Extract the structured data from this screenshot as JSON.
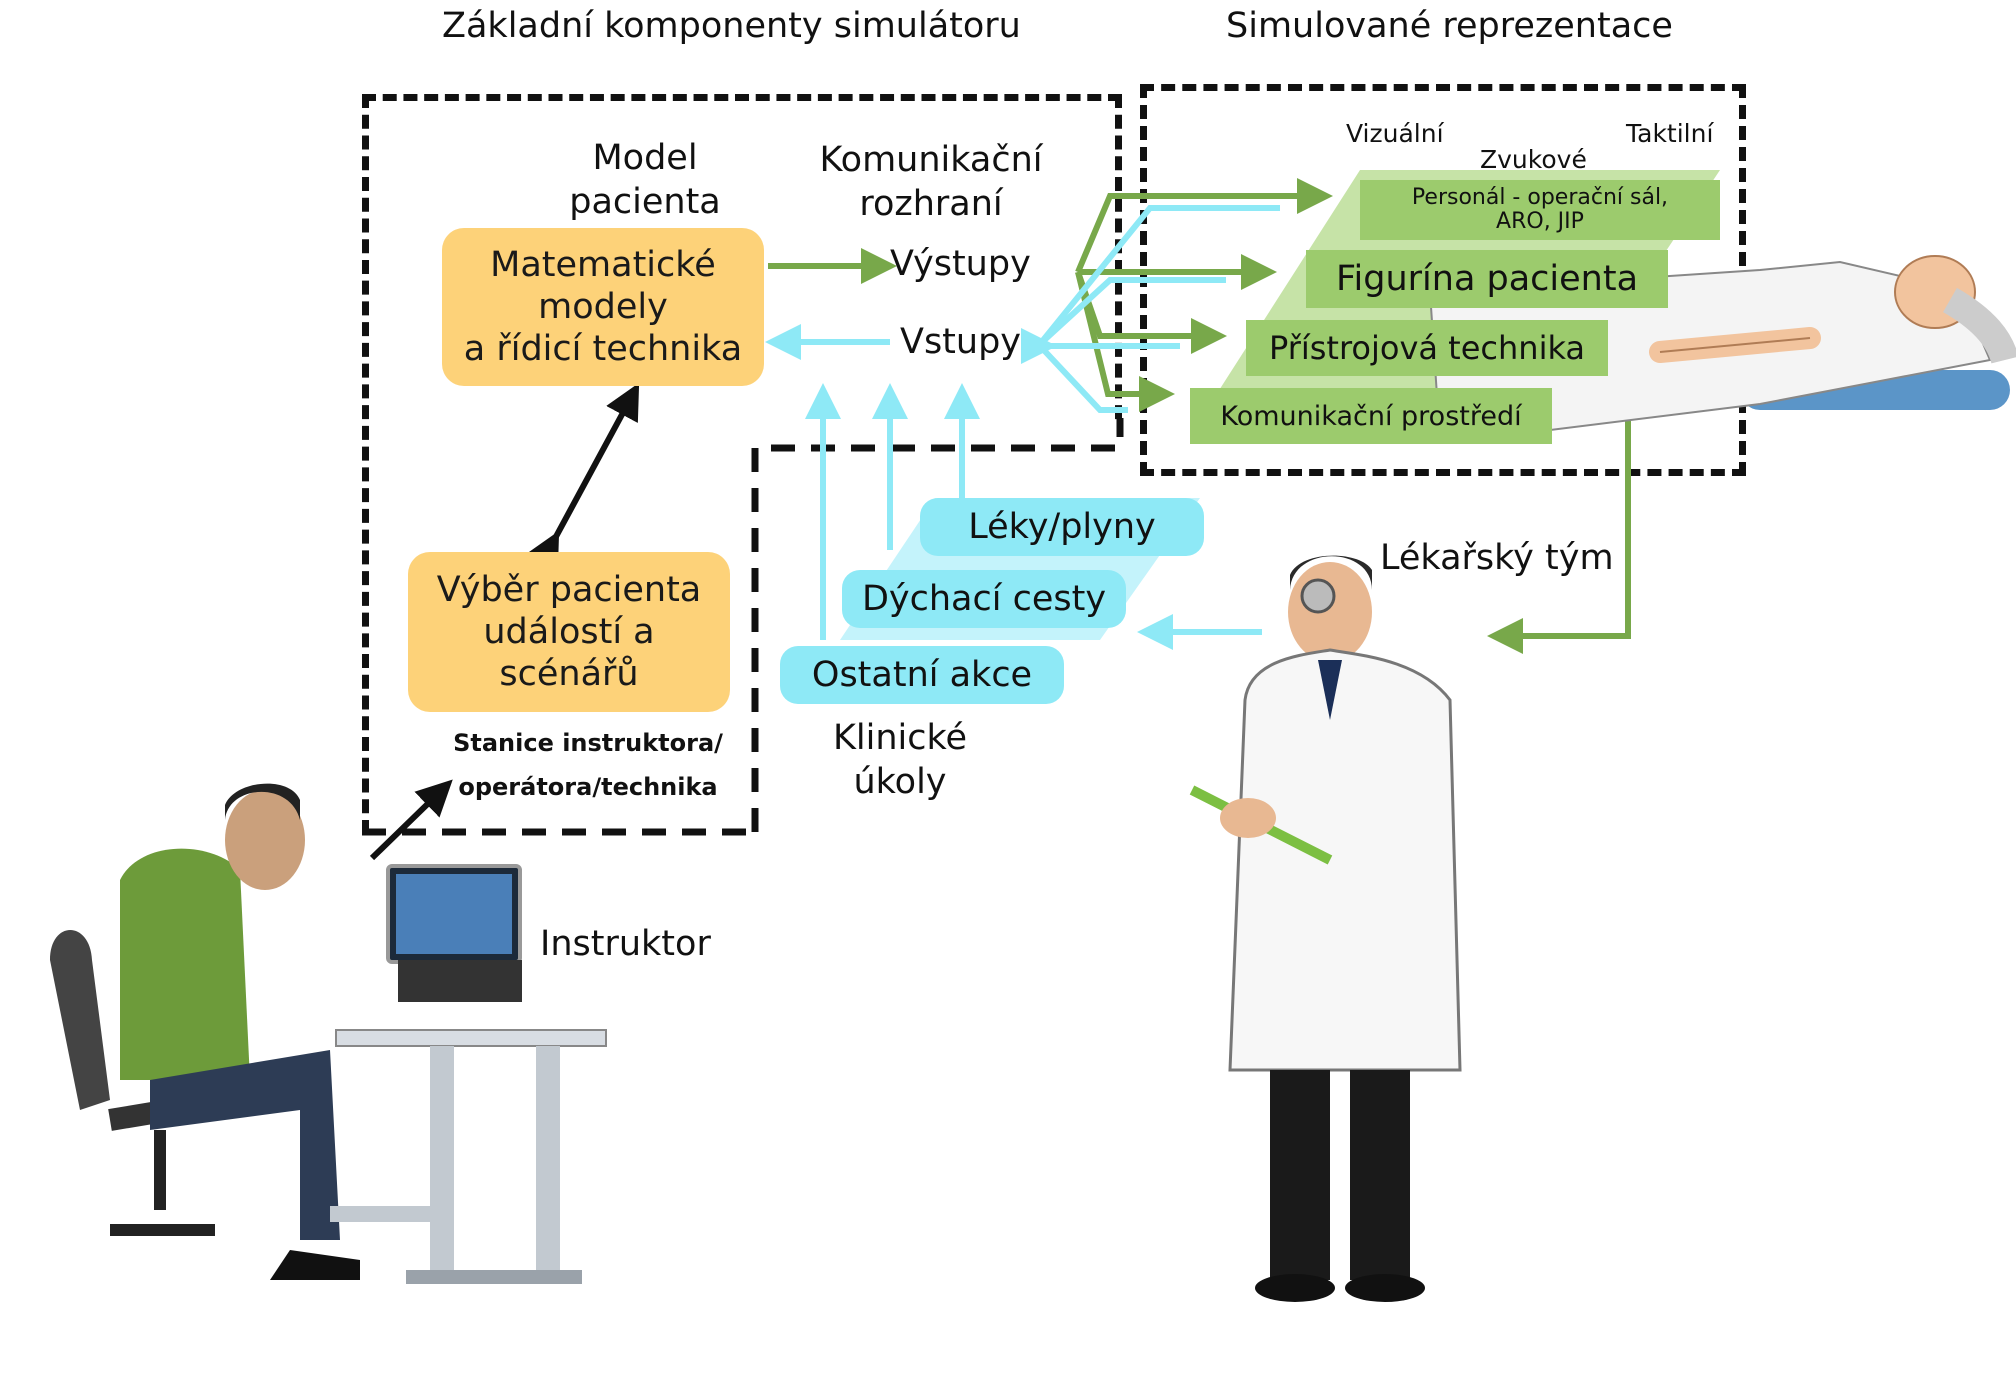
{
  "headings": {
    "components": "Základní komponenty simulátoru",
    "representations": "Simulované reprezentace"
  },
  "model": {
    "title_line1": "Model",
    "title_line2": "pacienta",
    "math_line1": "Matematické",
    "math_line2": "modely",
    "math_line3": "a řídicí technika"
  },
  "interface": {
    "title_line1": "Komunikační",
    "title_line2": "rozhraní",
    "outputs": "Výstupy",
    "inputs": "Vstupy"
  },
  "scenario": {
    "line1": "Výběr pacienta",
    "line2": "událostí a",
    "line3": "scénářů"
  },
  "station": {
    "line1": "Stanice instruktora/",
    "line2": "operátora/technika"
  },
  "instructor_label": "Instruktor",
  "modalities": {
    "visual": "Vizuální",
    "audio": "Zvukové",
    "tactile": "Taktilní"
  },
  "representations": {
    "personnel_line1": "Personál - operační sál,",
    "personnel_line2": "ARO, JIP",
    "manikin": "Figurína pacienta",
    "equipment": "Přístrojová technika",
    "environment": "Komunikační prostředí"
  },
  "tasks": {
    "drugs": "Léky/plyny",
    "airway": "Dýchací cesty",
    "other": "Ostatní akce",
    "title_line1": "Klinické",
    "title_line2": "úkoly"
  },
  "team_label": "Lékařský tým",
  "colors": {
    "orange_box": "#fdd279",
    "green": "#78a84a",
    "green_box": "#9ccb6d",
    "cyan": "#8ee9f6",
    "dash": "#111111"
  }
}
